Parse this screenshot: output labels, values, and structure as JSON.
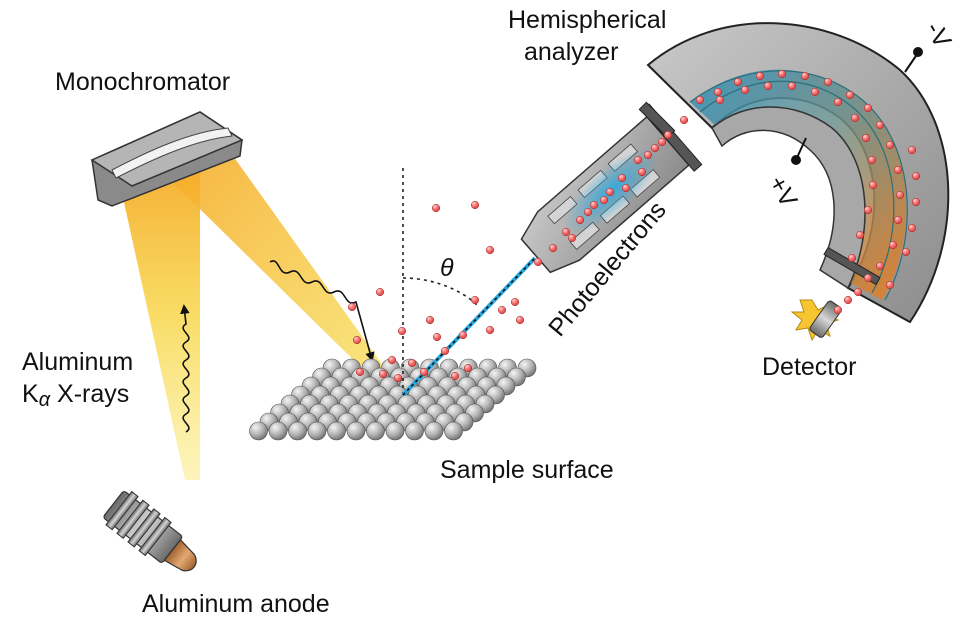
{
  "labels": {
    "monochromator": "Monochromator",
    "analyzer_line1": "Hemispherical",
    "analyzer_line2": "analyzer",
    "xray_line1": "Aluminum",
    "xray_line2_prefix": "K",
    "xray_line2_greek": "α",
    "xray_line2_suffix": " X-rays",
    "anode": "Aluminum anode",
    "sample": "Sample surface",
    "photoelectrons": "Photoelectrons",
    "detector": "Detector",
    "theta": "θ",
    "minus_v": "-V",
    "plus_v": "+V"
  },
  "colors": {
    "beam_yellow": "#f7d64a",
    "beam_orange": "#f5a623",
    "electron_red": "#f05a5a",
    "electron_blue": "#29a9e0",
    "metal_gray": "#9a9a9a",
    "dark_gray": "#555555",
    "analyzer_orange": "#f07d1a",
    "analyzer_teal": "#3d8c9c"
  }
}
